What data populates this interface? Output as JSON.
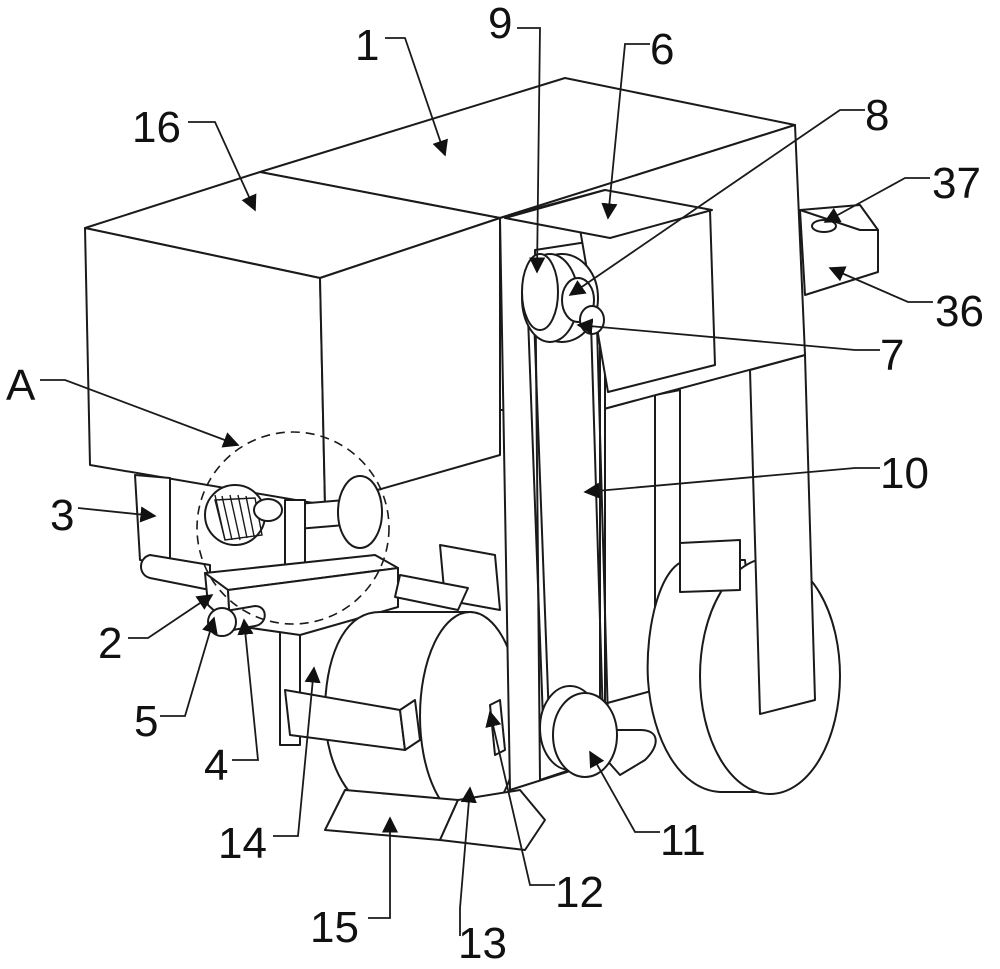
{
  "figure": {
    "labels": {
      "l1": "1",
      "l2": "2",
      "l3": "3",
      "l4": "4",
      "l5": "5",
      "l6": "6",
      "l7": "7",
      "l8": "8",
      "l9": "9",
      "l10": "10",
      "l11": "11",
      "l12": "12",
      "l13": "13",
      "l14": "14",
      "l15": "15",
      "l16": "16",
      "l36": "36",
      "l37": "37",
      "lA": "A"
    }
  },
  "colors": {
    "line": "#1a1a1a",
    "background": "#ffffff"
  }
}
